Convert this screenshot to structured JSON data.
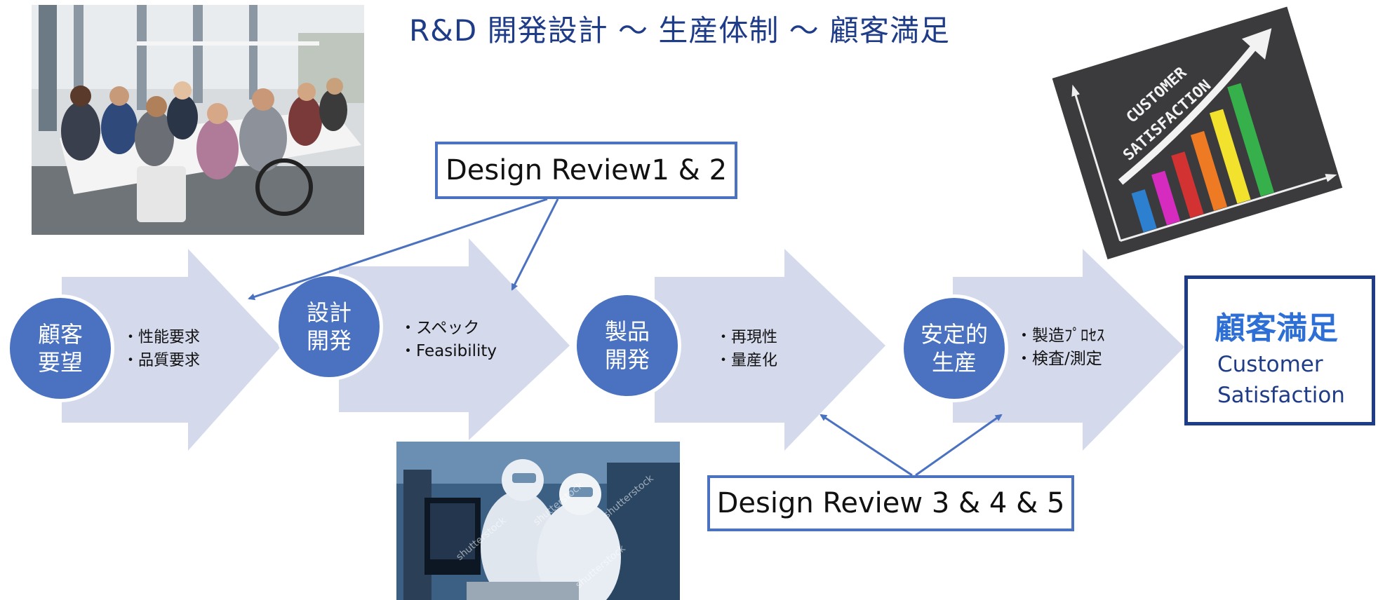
{
  "title": "R&D 開発設計 ～ 生産体制 ～ 顧客満足",
  "stages": [
    {
      "line1": "顧客",
      "line2": "要望",
      "bullets": [
        "・性能要求",
        "・品質要求"
      ]
    },
    {
      "line1": "設計",
      "line2": "開発",
      "bullets": [
        "・スペック",
        "・Feasibility"
      ]
    },
    {
      "line1": "製品",
      "line2": "開発",
      "bullets": [
        "・再現性",
        "・量産化"
      ]
    },
    {
      "line1": "安定的",
      "line2": "生産",
      "bullets": [
        "・製造ﾌﾟﾛｾｽ",
        "・検査/測定"
      ]
    }
  ],
  "reviews": {
    "first": "Design Review1 & 2",
    "second": "Design Review 3 & 4 & 5"
  },
  "result": {
    "title": "顧客満足",
    "line1": "Customer",
    "line2": "Satisfaction"
  },
  "photos": {
    "meeting": {
      "description": "meeting-photo"
    },
    "cleanroom": {
      "watermark": "shutterstock"
    },
    "chalkboard": {
      "line1": "CUSTOMER",
      "line2": "SATISFACTION"
    }
  },
  "colors": {
    "arrow": "#d4d9ec",
    "circle": "#4a72c0",
    "box_border": "#4a72c0",
    "connector": "#4a72c0",
    "title": "#1f3c88",
    "result_title": "#2e6fd6"
  }
}
